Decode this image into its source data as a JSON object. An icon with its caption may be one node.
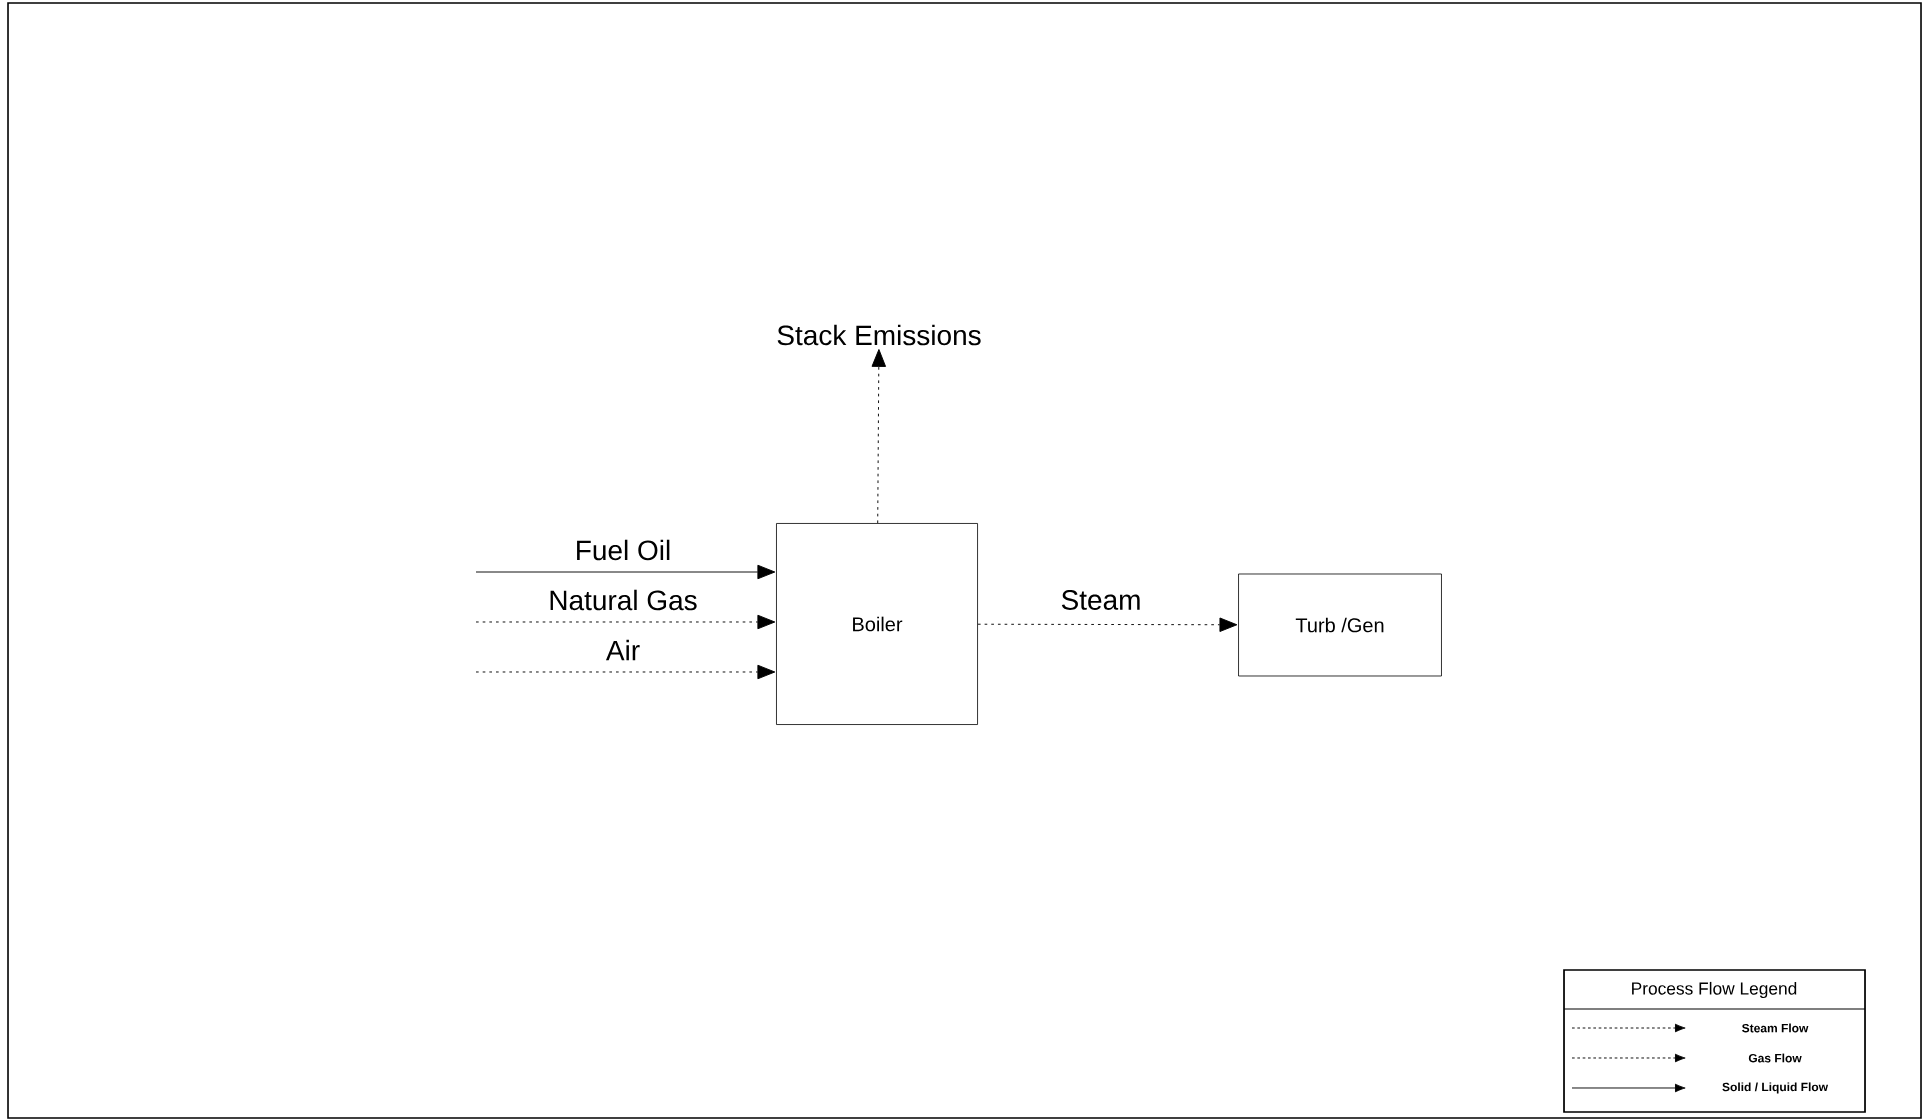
{
  "diagram": {
    "nodes": [
      {
        "text": [
          "Boiler"
        ]
      },
      {
        "text": [
          "Turb /Gen"
        ]
      },
      {
        "text": [
          "Stack Emissions"
        ]
      }
    ],
    "edges": [
      {
        "from": null,
        "to": 0,
        "arrow": "to",
        "label": "Fuel Oil"
      },
      {
        "from": null,
        "to": 0,
        "arrow": "to",
        "label": "Natural Gas",
        "style": "dashed"
      },
      {
        "from": null,
        "to": 0,
        "arrow": "to",
        "label": "Air",
        "style": "dashed"
      },
      {
        "from": 0,
        "to": 2,
        "arrow": "to",
        "style": "dashed"
      },
      {
        "from": 0,
        "to": 1,
        "arrow": "to",
        "label": "Steam",
        "style": "dashed"
      }
    ],
    "labels": [
      "Process Flow Legend"
    ],
    "legend": [
      {
        "text": "Steam Flow"
      },
      {
        "text": "Gas Flow"
      },
      {
        "text": "Solid / Liquid Flow"
      }
    ]
  }
}
